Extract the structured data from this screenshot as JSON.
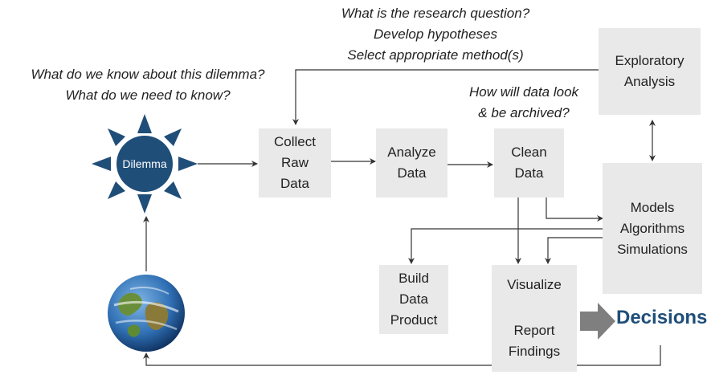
{
  "notes": {
    "research": [
      "What is the research question?",
      "Develop hypotheses",
      "Select appropriate method(s)"
    ],
    "dilemma_questions": [
      "What do we know about this dilemma?",
      "What do we need to know?"
    ],
    "data_look": [
      "How will data look",
      "& be archived?"
    ]
  },
  "nodes": {
    "dilemma": "Dilemma",
    "collect": [
      "Collect",
      "Raw",
      "Data"
    ],
    "analyze": [
      "Analyze",
      "Data"
    ],
    "clean": [
      "Clean",
      "Data"
    ],
    "exploratory": [
      "Exploratory",
      "Analysis"
    ],
    "models": [
      "Models",
      "Algorithms",
      "Simulations"
    ],
    "build": [
      "Build",
      "Data",
      "Product"
    ],
    "visualize": "Visualize",
    "report": [
      "Report",
      "Findings"
    ],
    "decisions": "Decisions"
  },
  "colors": {
    "box_fill": "#e9e9e9",
    "sun_fill": "#1f4e79",
    "decisions_text": "#1f4e79",
    "big_arrow": "#7f7f7f",
    "line": "#333333"
  },
  "icons": {
    "dilemma": "sun-burst-icon",
    "earth": "earth-globe-icon"
  }
}
